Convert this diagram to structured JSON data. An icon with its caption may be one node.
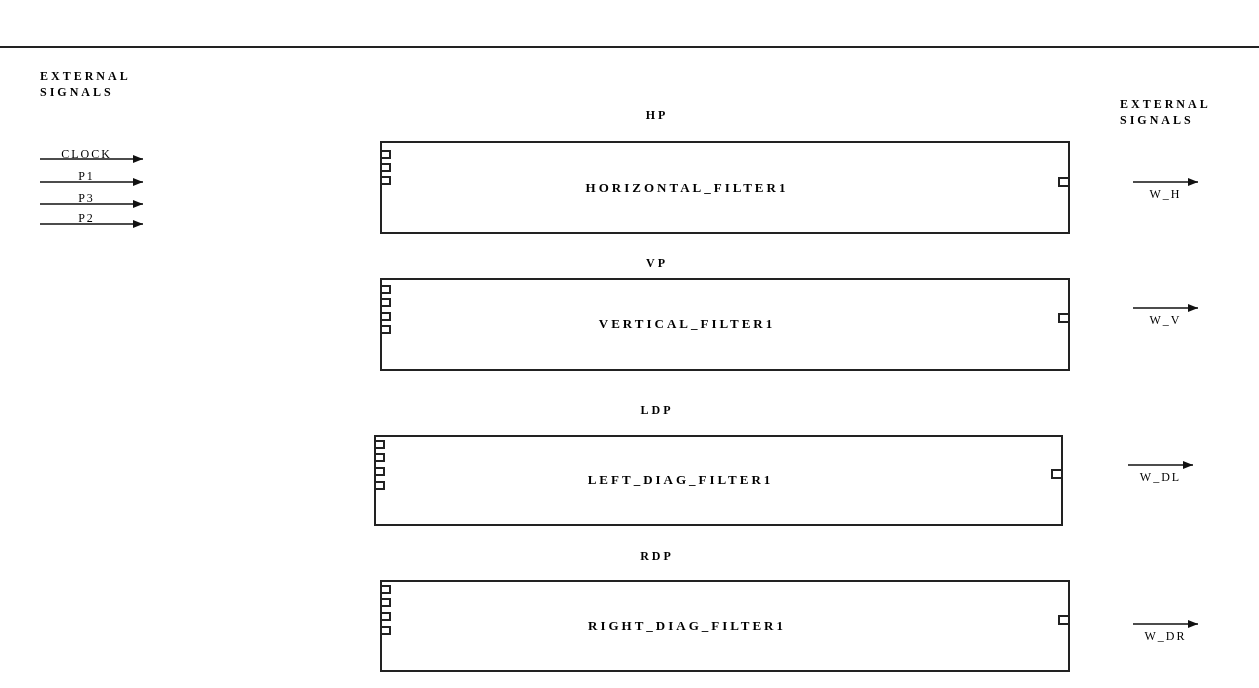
{
  "diagram": {
    "nodes": [
      {
        "text": [
          "HP",
          "HORIZONTAL_FILTER1"
        ]
      },
      {
        "text": [
          "VP",
          "VERTICAL_FILTER1"
        ]
      },
      {
        "text": [
          "LDP",
          "LEFT_DIAG_FILTER1"
        ]
      },
      {
        "text": [
          "RDP",
          "RIGHT_DIAG_FILTER1"
        ]
      }
    ],
    "labels": [
      "EXTERNAL SIGNALS",
      "CLOCK",
      "P1",
      "P3",
      "P2",
      "EXTERNAL SIGNALS",
      "W_H",
      "W_V",
      "W_DL",
      "W_DR"
    ]
  }
}
